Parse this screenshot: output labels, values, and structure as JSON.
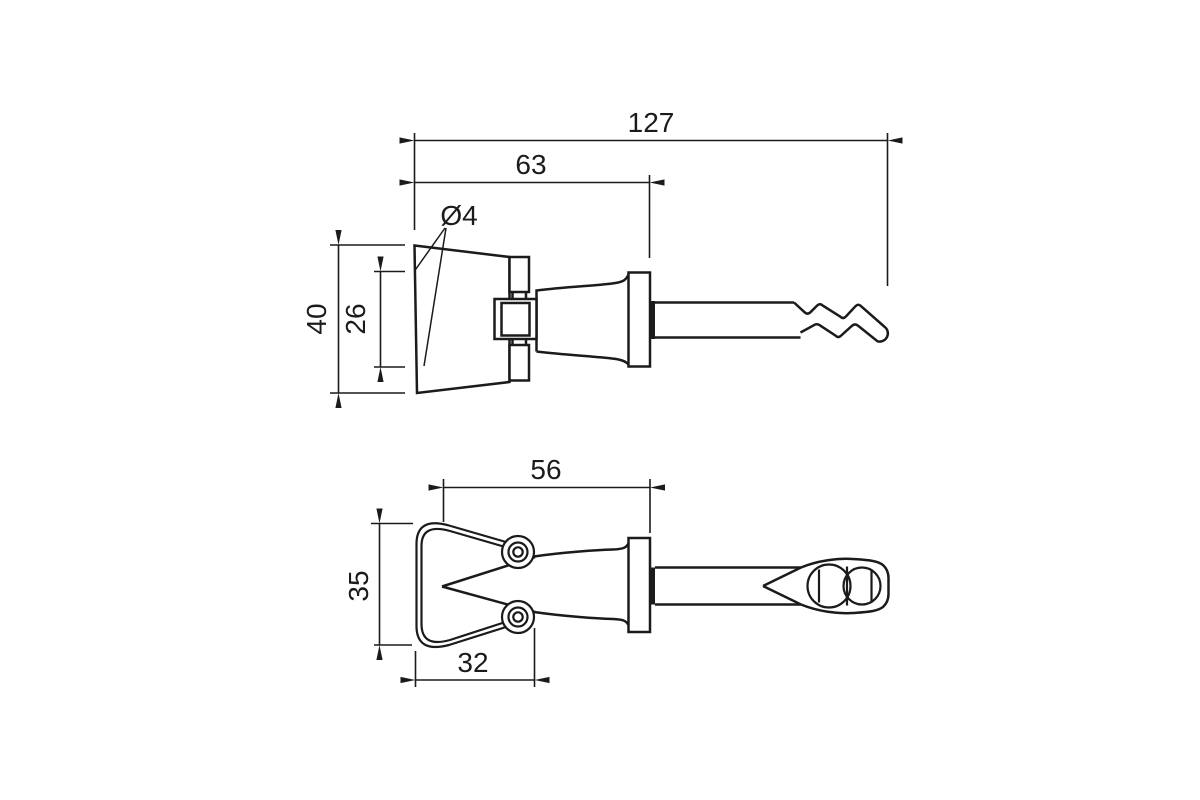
{
  "drawing": {
    "colors": {
      "background": "#ffffff",
      "ink": "#1b1b1b"
    },
    "side_view": {
      "dim_overall_length": "127",
      "dim_body_length": "63",
      "dim_prong_diameter": "Ø4",
      "dim_body_height": "40",
      "dim_prong_span": "26"
    },
    "top_view": {
      "dim_clip_length": "56",
      "dim_bail_height": "35",
      "dim_bail_width": "32"
    }
  }
}
